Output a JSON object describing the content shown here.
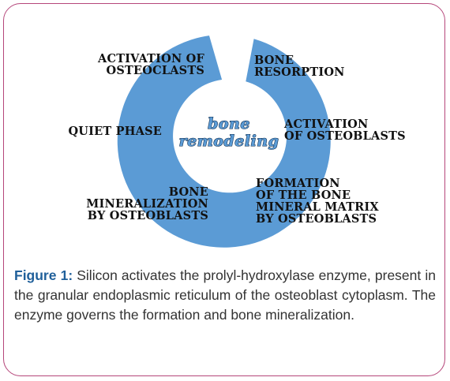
{
  "diagram": {
    "center_lines": [
      "bone",
      "remodeling"
    ],
    "stages": {
      "bone_resorption": [
        "BONE",
        "RESORPTION"
      ],
      "activation_osteoblasts": [
        "ACTIVATION",
        "OF OSTEOBLASTS"
      ],
      "formation_matrix": [
        "FORMATION",
        "OF THE BONE",
        "MINERAL MATRIX",
        "BY OSTEOBLASTS"
      ],
      "mineralization": [
        "BONE",
        "MINERALIZATION",
        "BY OSTEOBLASTS"
      ],
      "quiet_phase": [
        "QUIET PHASE"
      ],
      "activation_osteoclasts": [
        "ACTIVATION OF",
        "OSTEOCLASTS"
      ]
    },
    "ring_color": "#5b9bd5"
  },
  "caption": {
    "label": "Figure 1:",
    "text": "Silicon activates the prolyl-hydroxylase enzyme, present in the granular endoplasmic reticulum of the osteoblast cytoplasm. The enzyme governs the formation and bone mineralization."
  }
}
